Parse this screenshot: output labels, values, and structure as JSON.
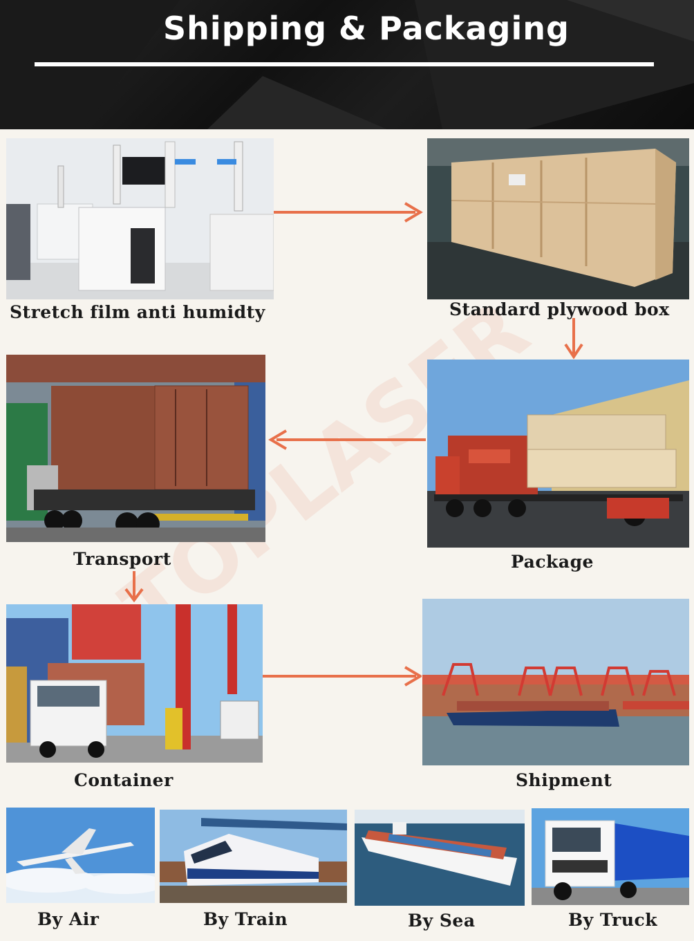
{
  "header": {
    "title": "Shipping & Packaging"
  },
  "steps": [
    {
      "label": "Stretch film anti humidty",
      "icon": "laser-machines-photo"
    },
    {
      "label": "Standard plywood box",
      "icon": "plywood-crate-photo"
    },
    {
      "label": "Package",
      "icon": "loaded-truck-photo"
    },
    {
      "label": "Transport",
      "icon": "container-truck-photo"
    },
    {
      "label": "Container",
      "icon": "container-port-photo"
    },
    {
      "label": "Shipment",
      "icon": "cargo-ship-port-photo"
    }
  ],
  "methods": [
    {
      "label": "By Air",
      "icon": "airplane-photo"
    },
    {
      "label": "By Train",
      "icon": "train-photo"
    },
    {
      "label": "By Sea",
      "icon": "ship-photo"
    },
    {
      "label": "By Truck",
      "icon": "truck-photo"
    }
  ],
  "watermark": "TOPLASER",
  "colors": {
    "arrow": "#e8704a",
    "header_bg": "#151515",
    "title": "#ffffff"
  }
}
